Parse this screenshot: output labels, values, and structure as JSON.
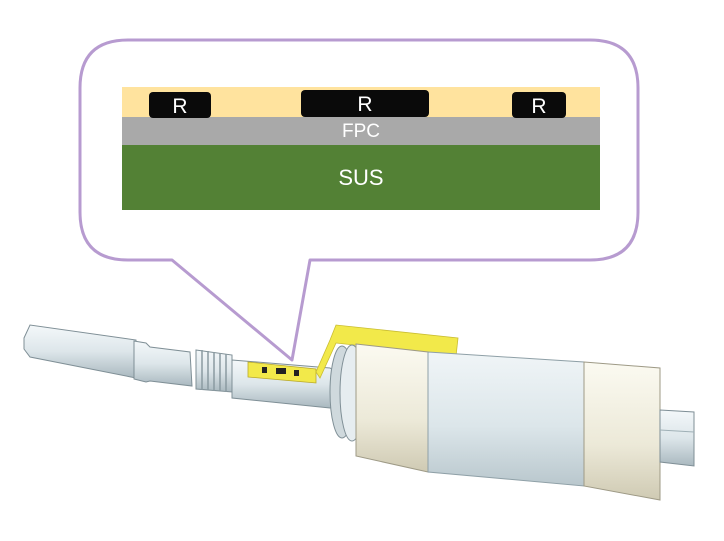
{
  "callout": {
    "resistors": [
      {
        "label": "R"
      },
      {
        "label": "R"
      },
      {
        "label": "R"
      }
    ],
    "fpc_label": "FPC",
    "sus_label": "SUS"
  },
  "colors": {
    "callout_border": "#b79bd0",
    "resist_layer": "#ffe39e",
    "resistor": "#0a0a0a",
    "fpc": "#a9a9a9",
    "sus": "#538135",
    "sensor_patch": "#f2e94a",
    "body_light": "#e4ecef",
    "body_shade": "#c6d4da",
    "end_cap": "#f1eee0"
  }
}
